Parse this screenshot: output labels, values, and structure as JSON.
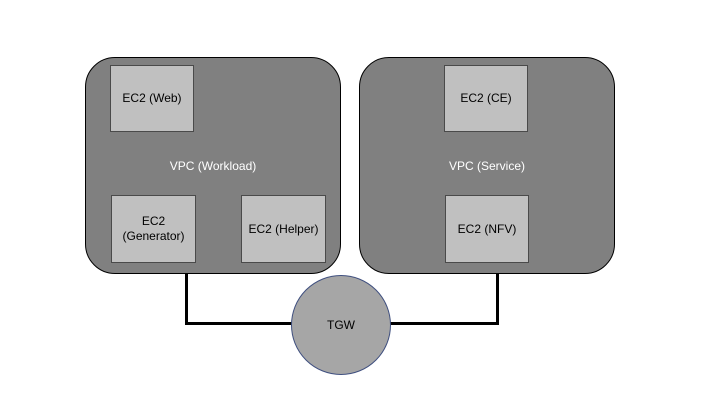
{
  "colors": {
    "vpc_fill": "#808080",
    "ec2_fill": "#c0c0c0",
    "tgw_fill": "#a6a6a6",
    "tgw_border": "#3f4f7f",
    "link": "#000000"
  },
  "vpc_workload": {
    "label": "VPC (Workload)",
    "ec2_web": "EC2 (Web)",
    "ec2_generator": "EC2\n(Generator)",
    "ec2_helper": "EC2 (Helper)"
  },
  "vpc_service": {
    "label": "VPC (Service)",
    "ec2_ce": "EC2 (CE)",
    "ec2_nfv": "EC2 (NFV)"
  },
  "tgw": {
    "label": "TGW"
  }
}
